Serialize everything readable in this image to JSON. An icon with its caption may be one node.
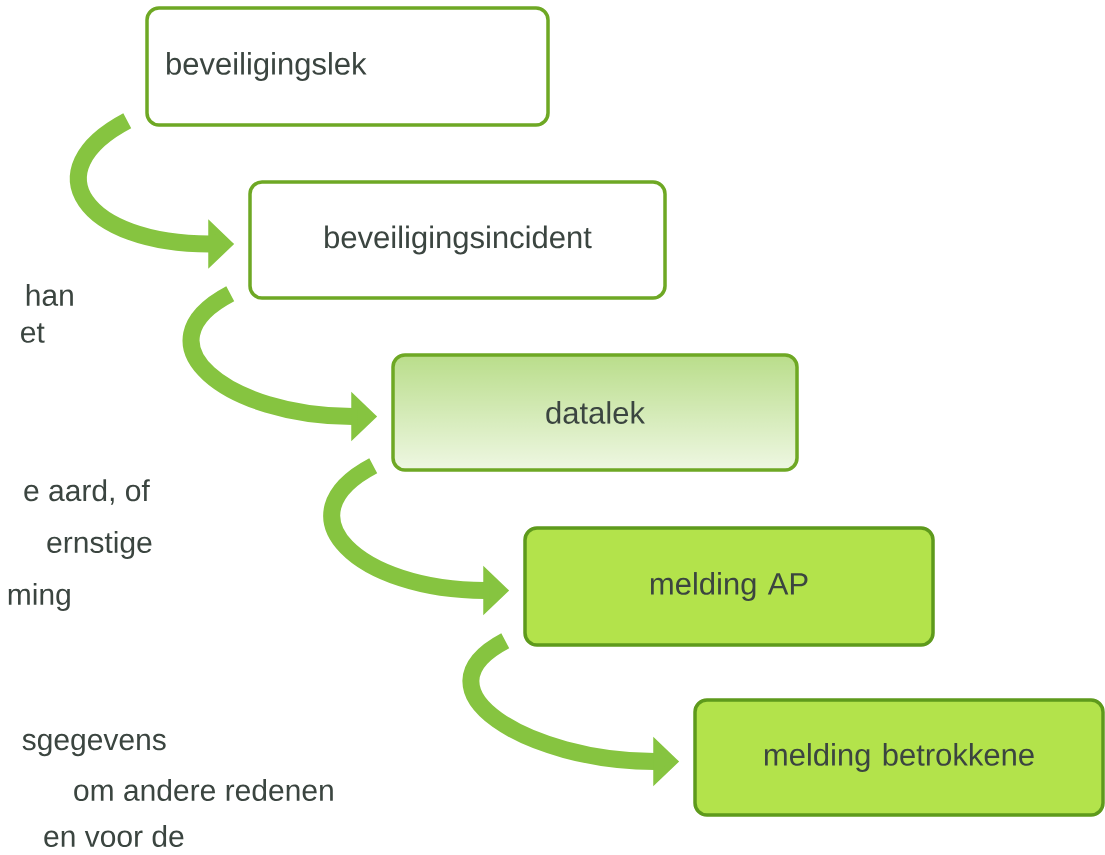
{
  "diagram": {
    "nodes": [
      {
        "text": [
          "beveiligingslek"
        ]
      },
      {
        "text": [
          "beveiligingsincident"
        ]
      },
      {
        "text": [
          "datalek"
        ]
      },
      {
        "text": [
          "melding AP"
        ]
      },
      {
        "text": [
          "melding betrokkene"
        ]
      }
    ],
    "edges": [
      {
        "from": 0,
        "to": 1,
        "arrow": "to"
      },
      {
        "from": 1,
        "to": 2,
        "arrow": "to"
      },
      {
        "from": 2,
        "to": 3,
        "arrow": "to"
      },
      {
        "from": 3,
        "to": 4,
        "arrow": "to"
      }
    ],
    "labels": [
      "han",
      "et",
      "e aard, of",
      "ernstige",
      "ming",
      "sgegevens",
      "om andere redenen",
      "en voor de"
    ]
  }
}
